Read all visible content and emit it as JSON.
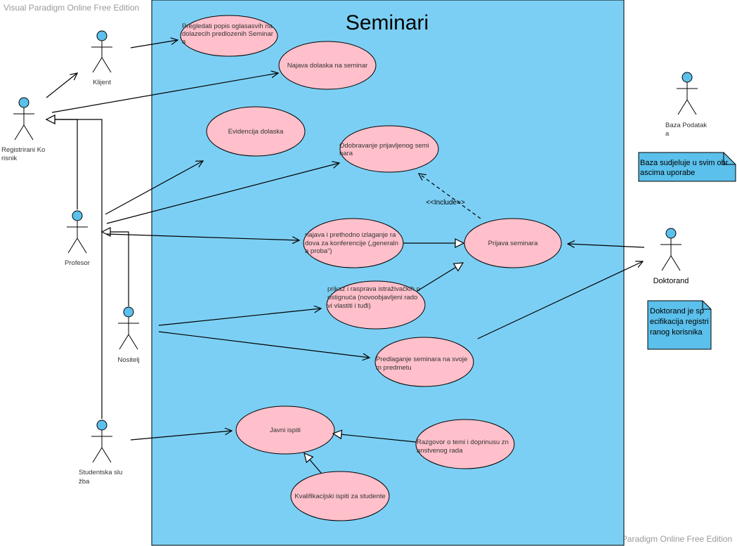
{
  "watermark": {
    "top": "Visual Paradigm Online Free Edition",
    "bottom": "Visual Paradigm Online Free Edition"
  },
  "system": {
    "title": "Seminari"
  },
  "actors": {
    "klijent": "Klijent",
    "registrirani_1": "Registrirani Ko",
    "registrirani_2": "risnik",
    "profesor": "Profesor",
    "nositelj": "Nositelj",
    "studentska_1": "Studentska slu",
    "studentska_2": "žba",
    "baza_1": "Baza Podatak",
    "baza_2": "a",
    "doktorand": "Doktorand"
  },
  "use_cases": {
    "pregledati": [
      "Pregledati popis oglasasvih na",
      "dolazecih predlozenih Seminar",
      "a"
    ],
    "najava_dolaska": [
      "Najava dolaska na seminar"
    ],
    "evidencija": [
      "Evidencija dolaska"
    ],
    "odobravanje": [
      "Odobravanje prijavljenog semi",
      "nara"
    ],
    "najava_izlaganje": [
      "najava i prethodno izlaganje ra",
      "dova za konferencije („generaln",
      "a proba“)"
    ],
    "prijava": [
      "Prijava seminara"
    ],
    "prikaz": [
      "prikaz i rasprava istraživačkih p",
      "ostignuća (novoobjavljeni rado",
      "vi  vlastiti i tuđi)"
    ],
    "predlaganje": [
      "Predlaganje seminara na svoje",
      "m predmetu"
    ],
    "javni": [
      "Javni ispiti"
    ],
    "razgovor": [
      "Razgovor o temi i doprinusu zn",
      "anstvenog rada"
    ],
    "kvalifikacijski": [
      "Kvalifikacijski ispiti za studente"
    ]
  },
  "stereotype": {
    "include": "<<Include>>"
  },
  "notes": {
    "baza": [
      "Baza sudjeluje u svim obr",
      "ascima uporabe"
    ],
    "doktorand": [
      "Doktorand je sp",
      "ecifikacija registri",
      "ranog korisnika"
    ]
  },
  "colors": {
    "system_fill": "#7ccff4",
    "usecase_fill": "#ffc0cb",
    "actor_head": "#5bc0eb",
    "note_fill": "#5bc0eb"
  }
}
